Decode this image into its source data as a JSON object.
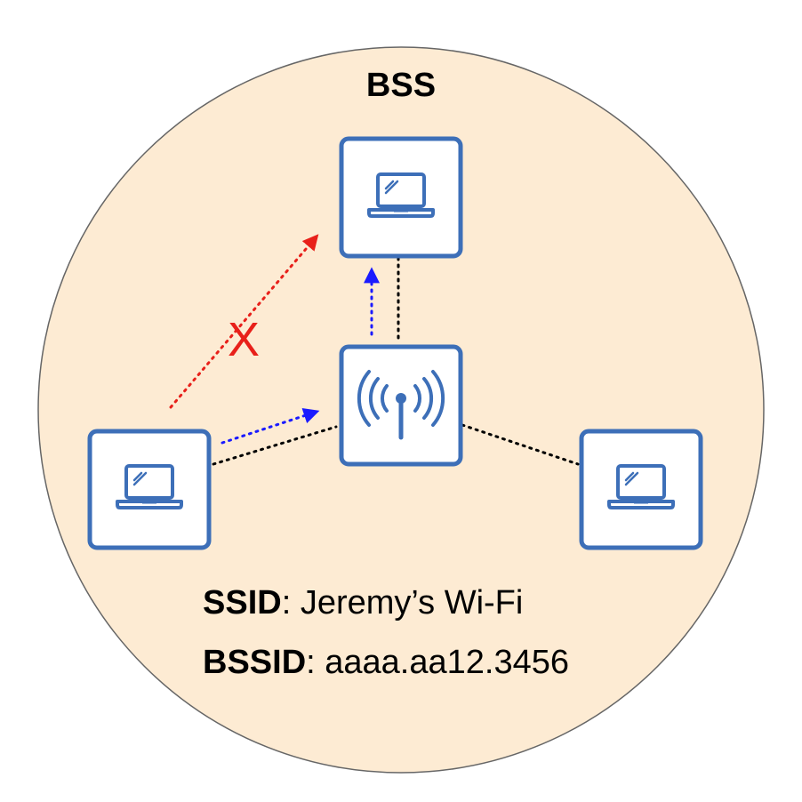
{
  "diagram": {
    "title": "BSS",
    "blocked_mark": "X",
    "ssid": {
      "key": "SSID",
      "value": ": Jeremy’s Wi-Fi"
    },
    "bssid": {
      "key": "BSSID",
      "value": ": aaaa.aa12.3456"
    },
    "nodes": [
      {
        "id": "laptop-top",
        "icon": "laptop-icon"
      },
      {
        "id": "access-point",
        "icon": "wifi-access-point-icon"
      },
      {
        "id": "laptop-left",
        "icon": "laptop-icon"
      },
      {
        "id": "laptop-right",
        "icon": "laptop-icon"
      }
    ],
    "colors": {
      "area_fill": "#fdebd3",
      "area_stroke": "#666666",
      "device_stroke": "#3d6fb8",
      "device_fill": "#ffffff",
      "link": "#000000",
      "allowed_path": "#1a1aff",
      "blocked_path": "#e8201a"
    }
  }
}
